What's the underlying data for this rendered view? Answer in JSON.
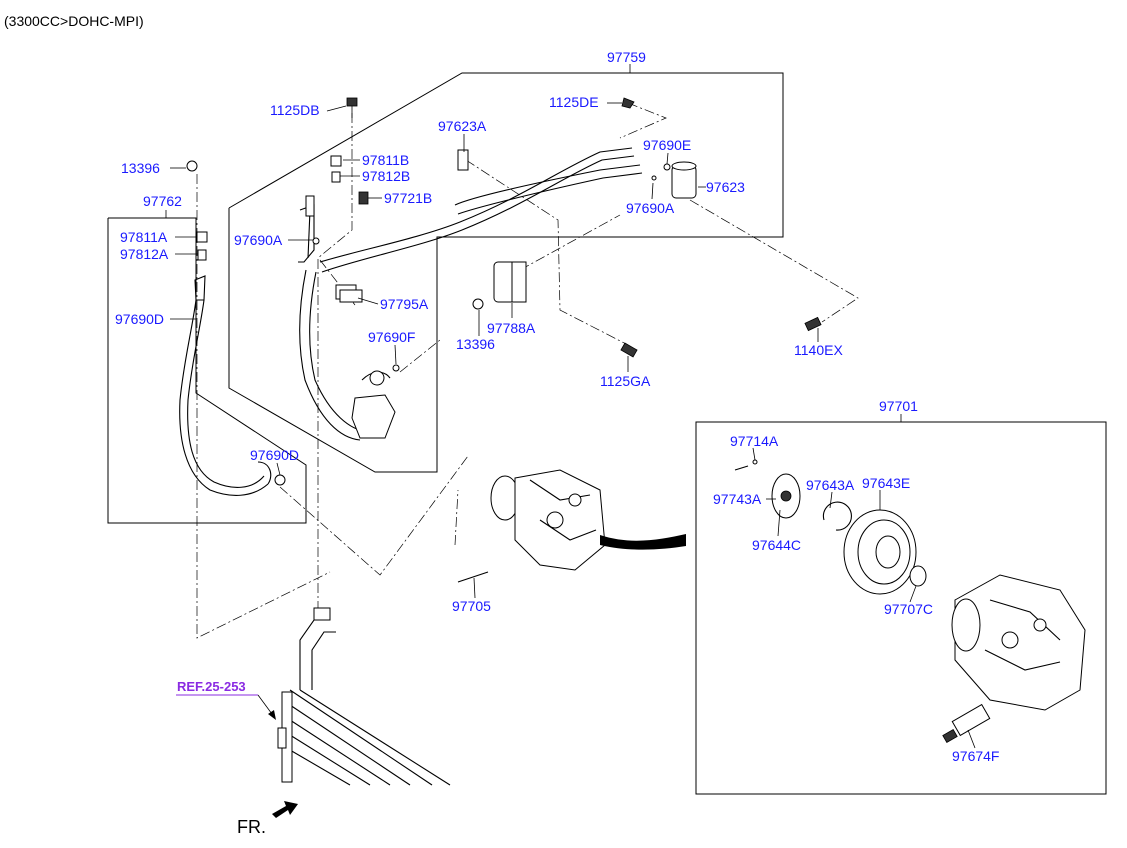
{
  "header": {
    "engine": "(3300CC>DOHC-MPI)"
  },
  "colors": {
    "label": "#1a1aff",
    "reference": "#8a2be2",
    "lines": "#000000"
  },
  "labels": {
    "a97759": "97759",
    "a1125DB": "1125DB",
    "a1125DE": "1125DE",
    "a97623A": "97623A",
    "a97690E": "97690E",
    "a97623": "97623",
    "a97690A_r": "97690A",
    "a97811B": "97811B",
    "a97812B": "97812B",
    "a97721B": "97721B",
    "a97690A_l": "97690A",
    "a97795A": "97795A",
    "a13396_t": "13396",
    "a97762": "97762",
    "a97811A": "97811A",
    "a97812A": "97812A",
    "a97690D_l": "97690D",
    "a97690D_b": "97690D",
    "a97690F": "97690F",
    "a97788A": "97788A",
    "a13396_m": "13396",
    "a1125GA": "1125GA",
    "a1140EX": "1140EX",
    "a97701": "97701",
    "a97714A": "97714A",
    "a97743A": "97743A",
    "a97643A": "97643A",
    "a97643E": "97643E",
    "a97644C": "97644C",
    "a97707C": "97707C",
    "a97674F": "97674F",
    "a97705": "97705"
  },
  "reference": {
    "text": "REF.25-253"
  },
  "direction": {
    "text": "FR."
  }
}
